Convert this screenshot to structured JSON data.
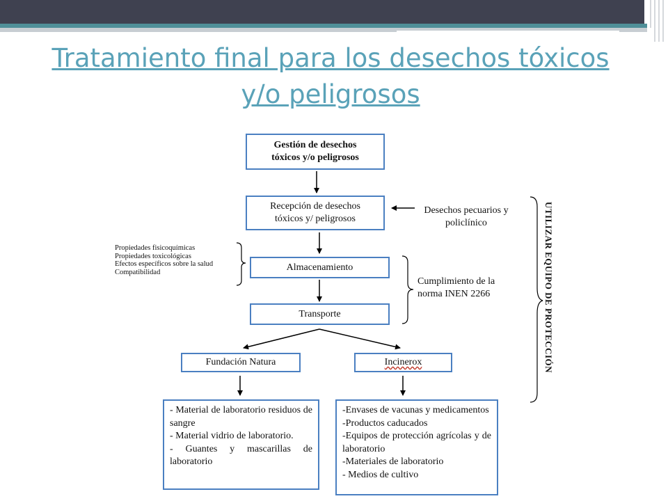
{
  "title": "Tratamiento final para los desechos tóxicos y/o peligrosos",
  "nodes": {
    "gestion": "Gestión de desechos tóxicos y/o peligrosos",
    "recepcion": "Recepción de desechos tóxicos y/ peligrosos",
    "desechos_pecuarios": "Desechos pecuarios y policlínico",
    "almacenamiento": "Almacenamiento",
    "transporte": "Transporte",
    "cumplimiento": "Cumplimiento de la norma INEN 2266",
    "fundacion": "Fundación Natura",
    "incinerox": "Incinerox",
    "proteccion": "UTILIZAR EQUIPO DE PROTECCIÓN"
  },
  "properties": [
    "Propiedades fisicoquímicas",
    "Propiedades toxicológicas",
    "Efectos específicos sobre la salud",
    "Compatibilidad"
  ],
  "fundacion_items": [
    "- Material de laboratorio residuos de sangre",
    "- Material vidrio de laboratorio.",
    "- Guantes y mascarillas de laboratorio"
  ],
  "incinerox_items": [
    "-Envases de vacunas y medicamentos",
    "-Productos caducados",
    "-Equipos de protección agrícolas y de laboratorio",
    "-Materiales de laboratorio",
    "- Medios de cultivo"
  ],
  "colors": {
    "title": "#5aa2b8",
    "box_border": "#4a7fc1",
    "top_bar": "#3f4150",
    "stripe_teal": "#4f8f98"
  }
}
